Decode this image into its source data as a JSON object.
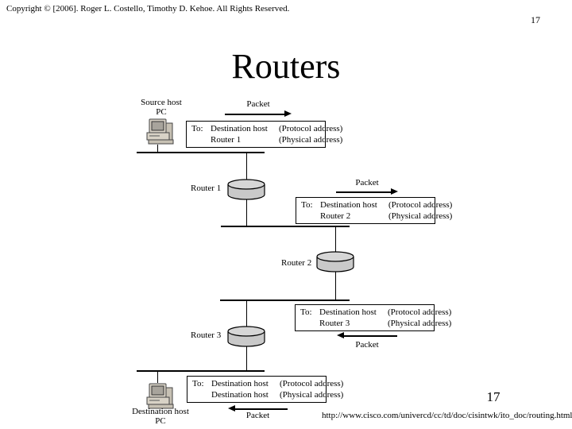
{
  "page": {
    "copyright": "Copyright © [2006].  Roger L. Costello, Timothy D. Kehoe.  All Rights Reserved.",
    "page_number_top": "17",
    "page_number_bottom": "17",
    "title": "Routers",
    "source_url": "http://www.cisco.com/univercd/cc/td/doc/cisintwk/ito_doc/routing.html"
  },
  "diagram": {
    "source_host": {
      "line1": "Source host",
      "line2": "PC"
    },
    "destination_host": {
      "line1": "Destination host",
      "line2": "PC"
    },
    "routers": [
      {
        "label": "Router 1"
      },
      {
        "label": "Router 2"
      },
      {
        "label": "Router 3"
      }
    ],
    "packet_labels": [
      "Packet",
      "Packet",
      "Packet",
      "Packet"
    ],
    "address_boxes": [
      {
        "to": "To:",
        "rows": [
          {
            "name": "Destination host",
            "addr": "(Protocol address)"
          },
          {
            "name": "Router 1",
            "addr": "(Physical address)"
          }
        ]
      },
      {
        "to": "To:",
        "rows": [
          {
            "name": "Destination host",
            "addr": "(Protocol address)"
          },
          {
            "name": "Router 2",
            "addr": "(Physical address)"
          }
        ]
      },
      {
        "to": "To:",
        "rows": [
          {
            "name": "Destination host",
            "addr": "(Protocol address)"
          },
          {
            "name": "Router 3",
            "addr": "(Physical address)"
          }
        ]
      },
      {
        "to": "To:",
        "rows": [
          {
            "name": "Destination host",
            "addr": "(Protocol address)"
          },
          {
            "name": "Destination host",
            "addr": "(Physical address)"
          }
        ]
      }
    ],
    "colors": {
      "router_fill": "#c9c9c9",
      "router_top": "#d6d6d6",
      "pc_body": "#d8d2c6",
      "pc_dark": "#c7c1b4",
      "pc_screen": "#a8a49c",
      "line": "#000000"
    }
  }
}
